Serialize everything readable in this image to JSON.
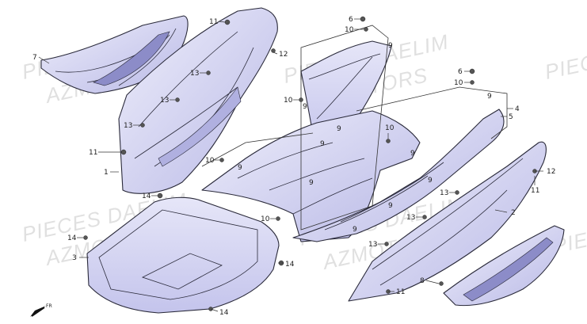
{
  "watermark": {
    "line1": "PIECES DAELIM",
    "line2": "AZMOTORS"
  },
  "colors": {
    "part_fill": "#dcdcf5",
    "part_fill_dark": "#b9b9e6",
    "stroke": "#2a2a3a"
  },
  "direction_label": "FR",
  "callouts": [
    {
      "id": "c7a",
      "label": "7"
    },
    {
      "id": "c11a",
      "label": "11"
    },
    {
      "id": "c12a",
      "label": "12"
    },
    {
      "id": "c13a",
      "label": "13"
    },
    {
      "id": "c13b",
      "label": "13"
    },
    {
      "id": "c13c",
      "label": "13"
    },
    {
      "id": "c11b",
      "label": "11"
    },
    {
      "id": "c1",
      "label": "1"
    },
    {
      "id": "c6a",
      "label": "6"
    },
    {
      "id": "c10a",
      "label": "10"
    },
    {
      "id": "c9a",
      "label": "9"
    },
    {
      "id": "c10b",
      "label": "10"
    },
    {
      "id": "c9b",
      "label": "9"
    },
    {
      "id": "c9c",
      "label": "9"
    },
    {
      "id": "c9d",
      "label": "9"
    },
    {
      "id": "c10c",
      "label": "10"
    },
    {
      "id": "c9e",
      "label": "9"
    },
    {
      "id": "c9f",
      "label": "9"
    },
    {
      "id": "c10d",
      "label": "10"
    },
    {
      "id": "c9g",
      "label": "9"
    },
    {
      "id": "c6b",
      "label": "6"
    },
    {
      "id": "c10e",
      "label": "10"
    },
    {
      "id": "c9h",
      "label": "9"
    },
    {
      "id": "c4",
      "label": "4"
    },
    {
      "id": "c5",
      "label": "5"
    },
    {
      "id": "c9i",
      "label": "9"
    },
    {
      "id": "c9j",
      "label": "9"
    },
    {
      "id": "c13d",
      "label": "13"
    },
    {
      "id": "c12b",
      "label": "12"
    },
    {
      "id": "c11c",
      "label": "11"
    },
    {
      "id": "c14a",
      "label": "14"
    },
    {
      "id": "c10f",
      "label": "10"
    },
    {
      "id": "c9k",
      "label": "9"
    },
    {
      "id": "c13e",
      "label": "13"
    },
    {
      "id": "c2",
      "label": "2"
    },
    {
      "id": "c14b",
      "label": "14"
    },
    {
      "id": "c3",
      "label": "3"
    },
    {
      "id": "c14c",
      "label": "14"
    },
    {
      "id": "c13f",
      "label": "13"
    },
    {
      "id": "c14d",
      "label": "14"
    },
    {
      "id": "c8",
      "label": "8"
    },
    {
      "id": "c11d",
      "label": "11"
    }
  ]
}
